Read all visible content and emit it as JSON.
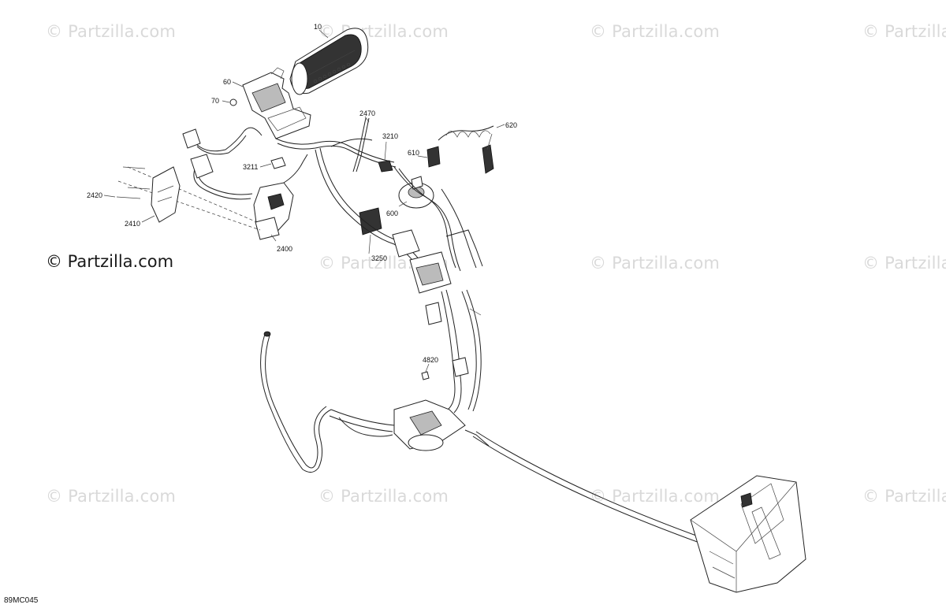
{
  "diagram": {
    "code": "89MC045",
    "watermark_text": "© Partzilla.com",
    "callouts": {
      "c10": "10",
      "c60": "60",
      "c70": "70",
      "c2470": "2470",
      "c620": "620",
      "c3210": "3210",
      "c610": "610",
      "c3211": "3211",
      "c2420": "2420",
      "c2410": "2410",
      "c2400": "2400",
      "c600": "600",
      "c3250": "3250",
      "c4820": "4820"
    }
  }
}
